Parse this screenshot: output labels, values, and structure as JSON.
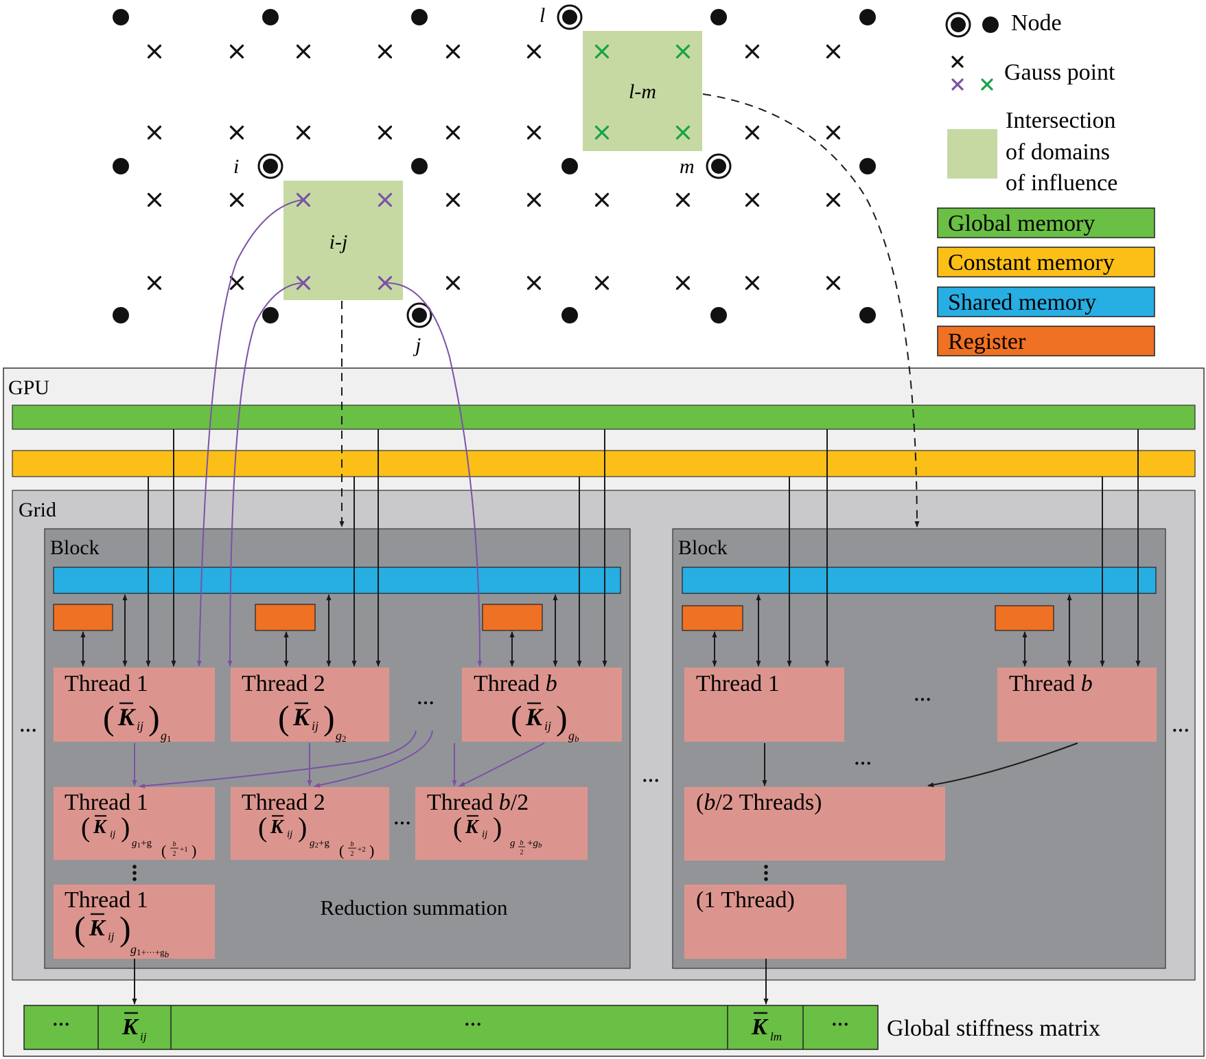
{
  "legend": {
    "node": "Node",
    "gauss_point": "Gauss point",
    "intersection_line1": "Intersection",
    "intersection_line2": "of  domains",
    "intersection_line3": "of influence",
    "global_memory": "Global memory",
    "constant_memory": "Constant memory",
    "shared_memory": "Shared memory",
    "register": "Register"
  },
  "nodes": {
    "i": "i",
    "j": "j",
    "l": "l",
    "m": "m"
  },
  "domains": {
    "ij": "i-j",
    "lm": "l-m"
  },
  "gpu_label": "GPU",
  "grid_label": "Grid",
  "block_label": "Block",
  "threads": {
    "t1": "Thread 1",
    "t2": "Thread 2",
    "tb_prefix": "Thread ",
    "b": "b",
    "tb2_suffix": "/2",
    "b2_threads_prefix": "(",
    "b2_threads_suffix": "/2 Threads)",
    "one_thread": "(1 Thread)"
  },
  "math": {
    "K": "K",
    "ij": "ij",
    "lm": "lm",
    "g1": "g",
    "sub1": "1",
    "sub2": "2",
    "subb": "b",
    "sum_terms": "1+···+g",
    "plus_g": "+g",
    "frac_plus1": "+1",
    "frac_plus2": "+2",
    "frac_b": "b",
    "frac_2": "2"
  },
  "ellipsis": "···",
  "reduction_label": "Reduction summation",
  "global_stiffness": "Global stiffness matrix",
  "colors": {
    "global": "#6abf45",
    "constant": "#fbbf17",
    "shared": "#27aee3",
    "register": "#ef7123",
    "thread": "#dc958e",
    "domain": "#c6d9a3",
    "purple": "#7b52a6",
    "green_gauss": "#16a24a",
    "gpu_bg": "#f0f0f1",
    "grid_bg": "#c9c9cb",
    "block_bg": "#939498"
  }
}
